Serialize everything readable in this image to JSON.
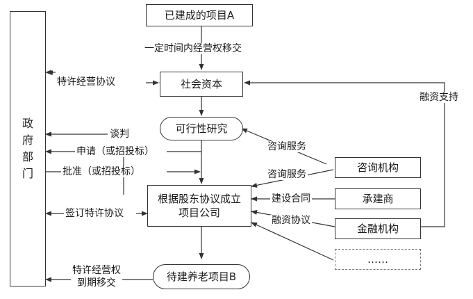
{
  "nodes": {
    "project_a": "已建成的项目A",
    "social_capital": "社会资本",
    "feasibility": "可行性研究",
    "new_company": [
      "根据股东协议成立",
      "项目公司"
    ],
    "project_b": "待建养老项目B",
    "government": [
      "政",
      "府",
      "部",
      "门"
    ],
    "consulting": "咨询机构",
    "contractor": "承建商",
    "finance": "金融机构",
    "more": "……"
  },
  "edges": {
    "a_to_capital": "一定时间内经营权移交",
    "franchise": "特许经营协议",
    "negotiate": "谈判",
    "apply": "申请（或招投标）",
    "approve": "批准（或招投标）",
    "sign": "签订特许协议",
    "expire": [
      "特许经营权",
      "到期移交"
    ],
    "consult_service_1": "咨询服务",
    "consult_service_2": "咨询服务",
    "construction_contract": "建设合同",
    "finance_agreement": "融资协议",
    "finance_support": "融资支持"
  }
}
